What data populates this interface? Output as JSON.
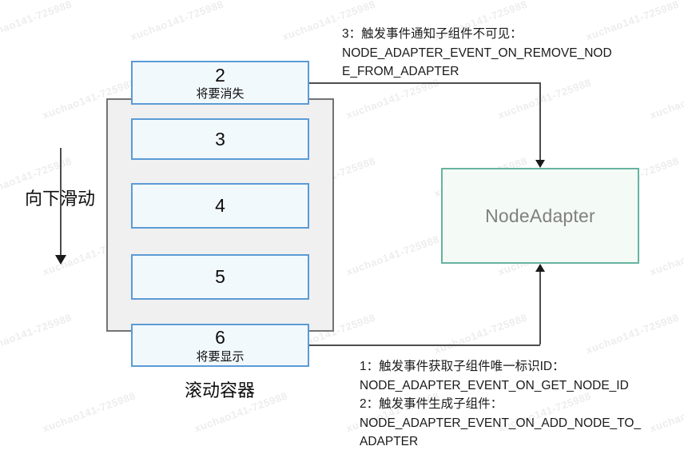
{
  "diagram": {
    "scroll_hint": {
      "label": "向下滑动"
    },
    "container": {
      "caption": "滚动容器",
      "cards": [
        {
          "number": "2",
          "subtitle": "将要消失"
        },
        {
          "number": "3",
          "subtitle": ""
        },
        {
          "number": "4",
          "subtitle": ""
        },
        {
          "number": "5",
          "subtitle": ""
        },
        {
          "number": "6",
          "subtitle": "将要显示"
        }
      ]
    },
    "adapter": {
      "label": "NodeAdapter"
    },
    "notes": {
      "top": "3：触发事件通知子组件不可见：\nNODE_ADAPTER_EVENT_ON_REMOVE_NOD\nE_FROM_ADAPTER",
      "bottom": "1：触发事件获取子组件唯一标识ID：\nNODE_ADAPTER_EVENT_ON_GET_NODE_ID\n2：触发事件生成子组件：\nNODE_ADAPTER_EVENT_ON_ADD_NODE_TO_\nADAPTER"
    },
    "colors": {
      "card_fill": "#f2f9fd",
      "card_border": "#5b9bd5",
      "container_fill": "#f0f0f0",
      "container_border": "#737373",
      "adapter_fill": "#f4faf5",
      "adapter_border": "#66b3a0",
      "adapter_text": "#808080",
      "connector": "#4d4d4d",
      "background": "#ffffff"
    },
    "watermark_text": "xuchao141-725988"
  }
}
